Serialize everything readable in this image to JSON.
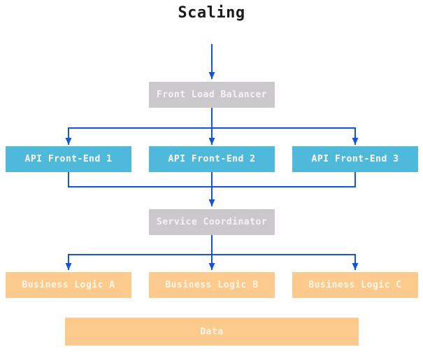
{
  "title": "Scaling",
  "colors": {
    "arrow": "#1155dd",
    "balancer_fill": "#cac8ca",
    "api_fill": "#4fb9dc",
    "logic_fill": "#fcca8d",
    "label_text": "#ffffff",
    "title_text": "#1a1a1a",
    "background": "#ffffff"
  },
  "nodes": {
    "front_load_balancer": {
      "label": "Front Load Balancer"
    },
    "api_front_ends": [
      {
        "label": "API Front-End 1"
      },
      {
        "label": "API Front-End 2"
      },
      {
        "label": "API Front-End 3"
      }
    ],
    "service_coordinator": {
      "label": "Service Coordinator"
    },
    "business_logic": [
      {
        "label": "Business Logic A"
      },
      {
        "label": "Business Logic B"
      },
      {
        "label": "Business Logic C"
      }
    ],
    "data_store": {
      "label": "Data"
    }
  }
}
